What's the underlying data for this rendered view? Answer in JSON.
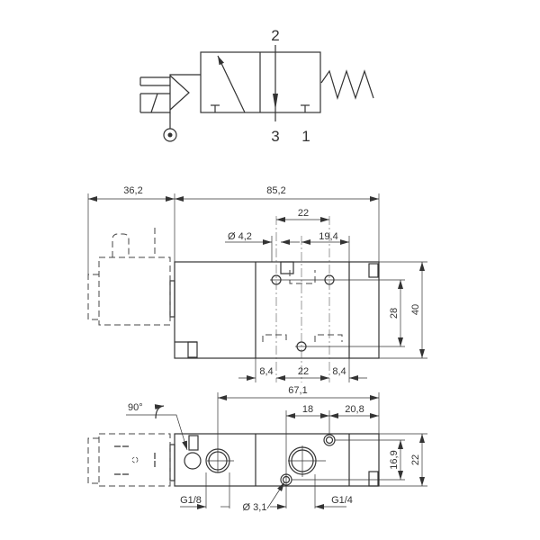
{
  "symbol": {
    "port_2": "2",
    "port_3": "3",
    "port_1": "1"
  },
  "top_view": {
    "dim_coil_width": "36,2",
    "dim_body_length": "85,2",
    "dim_hole_spacing_top": "22",
    "dim_hole_diameter": "Ø 4,2",
    "dim_offset_right": "19,4",
    "dim_vertical_28": "28",
    "dim_height_40": "40",
    "dim_bottom_left": "8,4",
    "dim_bottom_center": "22",
    "dim_bottom_right": "8,4"
  },
  "side_view": {
    "dim_67": "67,1",
    "dim_18": "18",
    "dim_20_8": "20,8",
    "rotation_label": "90°",
    "dim_16_9": "16,9",
    "dim_22": "22",
    "port_g18": "G1/8",
    "hole_diameter": "Ø 3,1",
    "port_g14": "G1/4"
  }
}
